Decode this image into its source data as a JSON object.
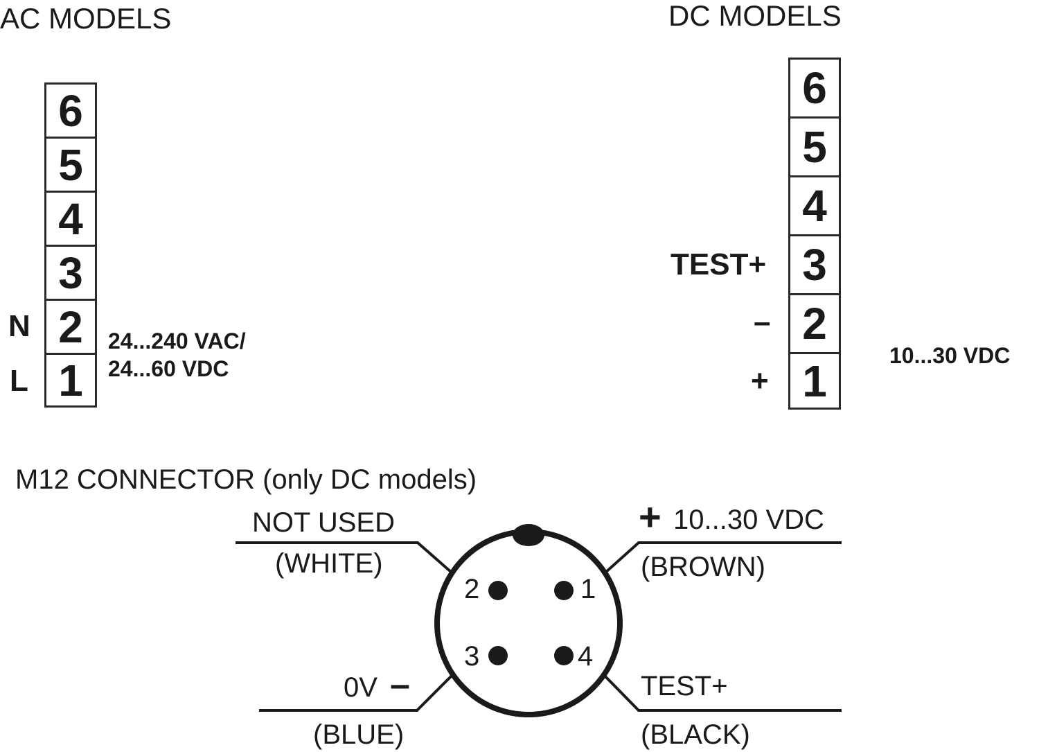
{
  "ac": {
    "heading": "AC MODELS",
    "terminals": [
      "6",
      "5",
      "4",
      "3",
      "2",
      "1"
    ],
    "side_labels": {
      "n": "N",
      "l": "L"
    },
    "voltage": [
      "24...240 VAC/",
      "24...60 VDC"
    ]
  },
  "dc": {
    "heading": "DC MODELS",
    "terminals": [
      "6",
      "5",
      "4",
      "3",
      "2",
      "1"
    ],
    "side_labels": {
      "test": "TEST+",
      "minus": "–",
      "plus": "+"
    },
    "voltage": "10...30 VDC"
  },
  "m12": {
    "heading": "M12 CONNECTOR (only DC models)",
    "pins": [
      "1",
      "2",
      "3",
      "4"
    ],
    "pin2": {
      "function": "NOT USED",
      "color": "(WHITE)"
    },
    "pin1": {
      "function": "10...30 VDC",
      "sign": "+",
      "color": "(BROWN)"
    },
    "pin3": {
      "function": "0V",
      "sign": "–",
      "color": "(BLUE)"
    },
    "pin4": {
      "function": "TEST+",
      "color": "(BLACK)"
    }
  }
}
